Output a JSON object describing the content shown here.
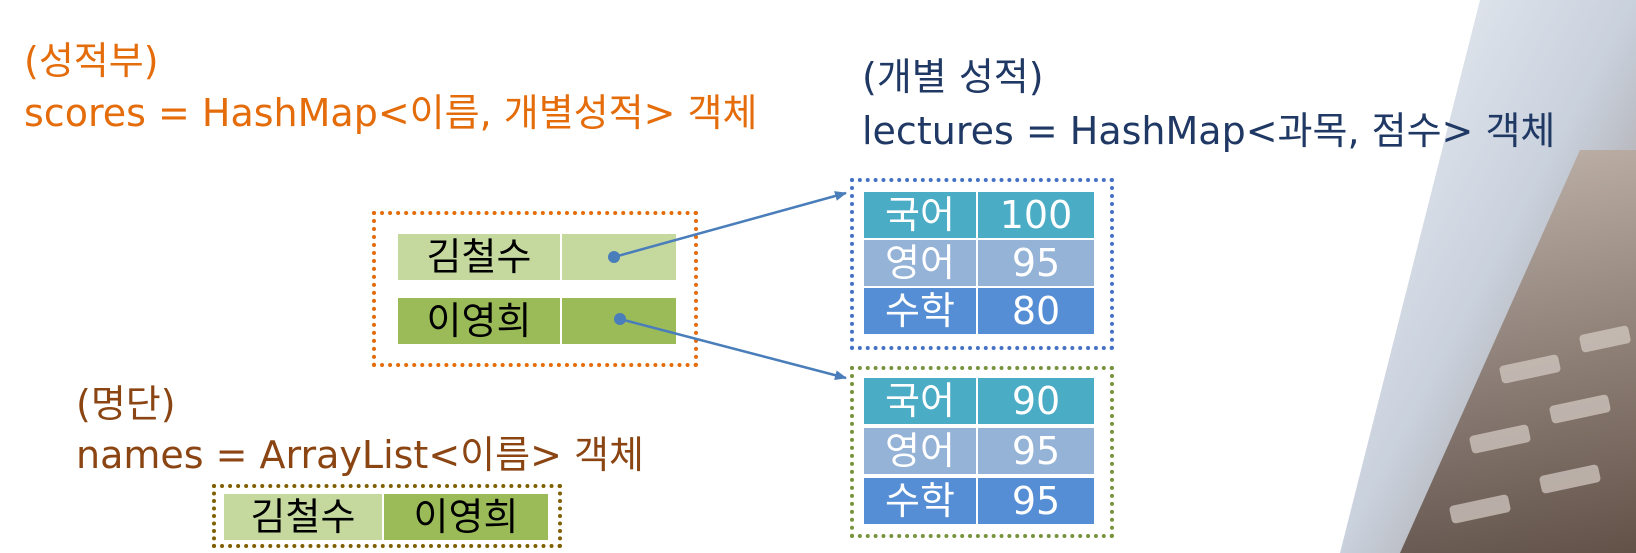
{
  "scores": {
    "caption": "(성적부)",
    "declaration": "scores = HashMap<이름, 개별성적> 객체",
    "rows": [
      {
        "key": "김철수"
      },
      {
        "key": "이영희"
      }
    ]
  },
  "lectures": {
    "caption": "(개별 성적)",
    "declaration": "lectures = HashMap<과목, 점수> 객체",
    "tables": [
      {
        "rows": [
          {
            "subject": "국어",
            "score": "100"
          },
          {
            "subject": "영어",
            "score": "95"
          },
          {
            "subject": "수학",
            "score": "80"
          }
        ]
      },
      {
        "rows": [
          {
            "subject": "국어",
            "score": "90"
          },
          {
            "subject": "영어",
            "score": "95"
          },
          {
            "subject": "수학",
            "score": "95"
          }
        ]
      }
    ]
  },
  "names": {
    "caption": "(명단)",
    "declaration": "names = ArrayList<이름> 객체",
    "items": [
      "김철수",
      "이영희"
    ]
  },
  "colors": {
    "scores_border": "#e46c0a",
    "lectures1_border": "#4472c4",
    "lectures2_border": "#77933c",
    "names_border": "#7f6000",
    "arrow": "#4a7ebb",
    "row_light_green": "#c5d99f",
    "row_dark_green": "#9bbb59",
    "subject_teal": "#4bacc6",
    "subject_lavender": "#95b3d7",
    "subject_blue": "#558ed5"
  }
}
